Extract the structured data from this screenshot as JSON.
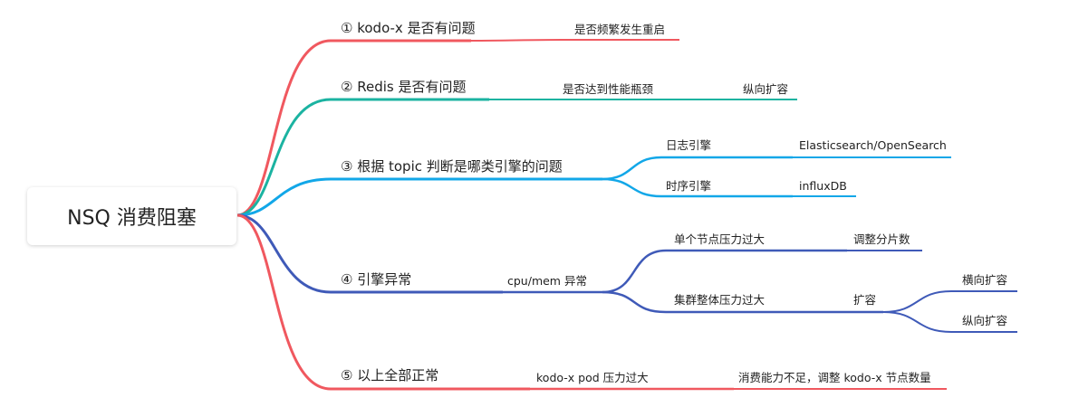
{
  "root": {
    "label": "NSQ 消费阻塞"
  },
  "branches": {
    "b1": {
      "label": "① kodo-x 是否有问题",
      "color": "#f0585f",
      "child": "是否频繁发生重启"
    },
    "b2": {
      "label": "② Redis 是否有问题",
      "color": "#1bb3a1",
      "child": "是否达到性能瓶颈",
      "grandchild": "纵向扩容"
    },
    "b3": {
      "label": "③ 根据 topic 判断是哪类引擎的问题",
      "color": "#12a7e8",
      "log": "日志引擎",
      "log_child": "Elasticsearch/OpenSearch",
      "ts": "时序引擎",
      "ts_child": "influxDB"
    },
    "b4": {
      "label": "④ 引擎异常",
      "color": "#3f5ab8",
      "child": "cpu/mem 异常",
      "single": "单个节点压力过大",
      "single_child": "调整分片数",
      "cluster": "集群整体压力过大",
      "cluster_child": "扩容",
      "h": "横向扩容",
      "v": "纵向扩容"
    },
    "b5": {
      "label": "⑤ 以上全部正常",
      "color": "#f0585f",
      "child": "kodo-x pod 压力过大",
      "grandchild": "消费能力不足，调整 kodo-x 节点数量"
    }
  }
}
